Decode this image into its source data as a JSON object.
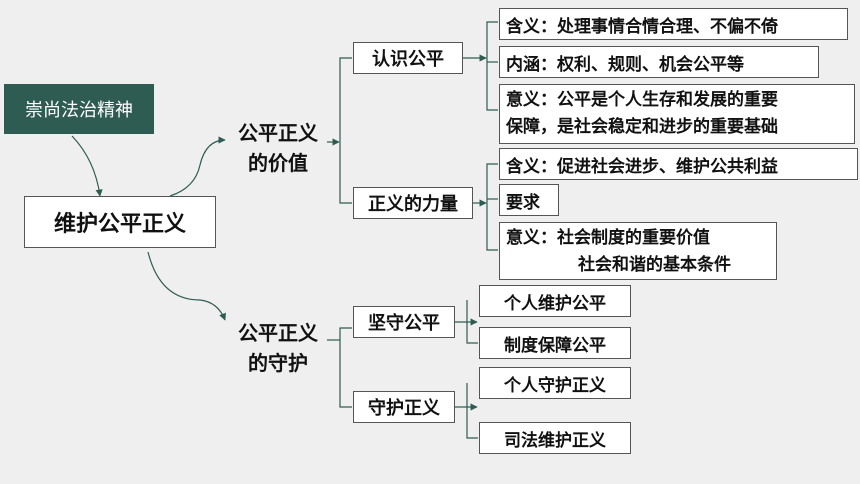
{
  "root_tag": "崇尚法治精神",
  "main": "维护公平正义",
  "branch_value": {
    "line1": "公平正义",
    "line2": "的价值"
  },
  "branch_guard": {
    "line1": "公平正义",
    "line2": "的守护"
  },
  "know_fairness": {
    "title": "认识公平",
    "meaning": "含义：处理事情合情合理、不偏不倚",
    "connotation": "内涵：权利、规则、机会公平等",
    "significance_line1": "意义：公平是个人生存和发展的重要",
    "significance_line2": "保障，是社会稳定和进步的重要基础"
  },
  "power_of_justice": {
    "title": "正义的力量",
    "meaning": "含义：促进社会进步、维护公共利益",
    "requirement": "要求",
    "significance_line1": "意义：社会制度的重要价值",
    "significance_line2": "社会和谐的基本条件"
  },
  "keep_fairness": {
    "title": "坚守公平",
    "item1": "个人维护公平",
    "item2": "制度保障公平"
  },
  "guard_justice": {
    "title": "守护正义",
    "item1": "个人守护正义",
    "item2": "司法维护正义"
  },
  "colors": {
    "root_tag_bg": "#2f5c52",
    "connector": "#2f5c52",
    "background": "#efefef"
  }
}
